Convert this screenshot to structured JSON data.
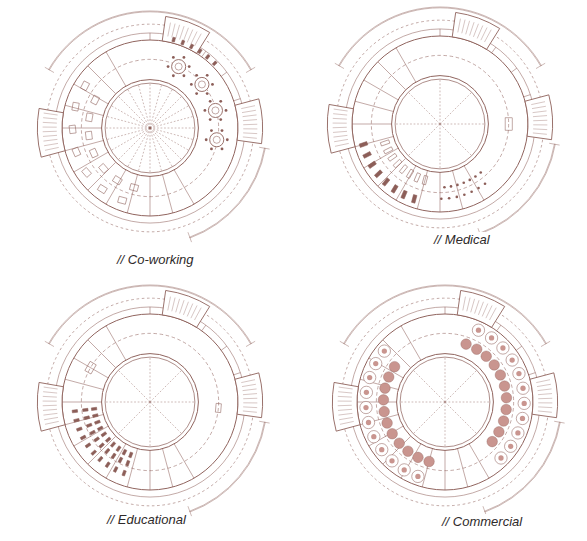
{
  "diagram": {
    "nodes": [
      {
        "text": [
          "// Co-working"
        ]
      },
      {
        "text": [
          "// Medical"
        ]
      },
      {
        "text": [
          "// Educational"
        ]
      },
      {
        "text": [
          "// Commercial"
        ]
      }
    ]
  }
}
